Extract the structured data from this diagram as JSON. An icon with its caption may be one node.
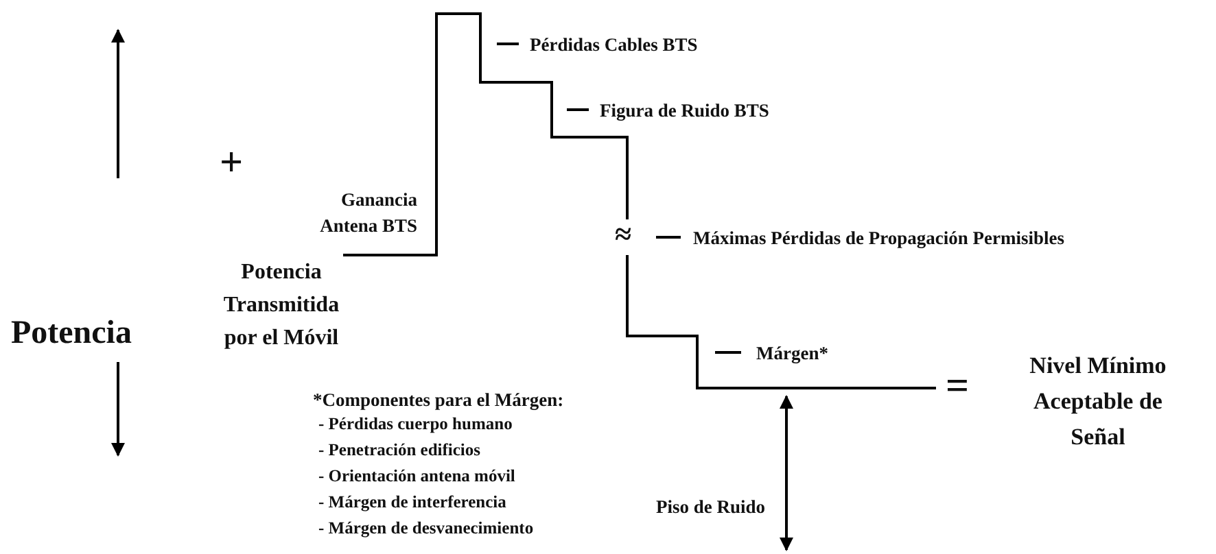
{
  "diagram": {
    "labels": [
      "Pérdidas Cables BTS",
      "+",
      "Ganancia Antena BTS",
      "Figura de Ruido BTS",
      "Potencia",
      "Potencia Transmitida por el Móvil",
      "≈",
      "Máximas Pérdidas de Propagación Permisibles",
      "*Componentes para el Márgen:",
      "Márgen*",
      "=",
      "Nivel Mínimo Aceptable de Señal",
      "- Pérdidas cuerpo humano",
      "- Penetración edificios",
      "- Orientación antena móvil",
      "- Márgen de interferencia",
      "- Márgen de desvanecimiento",
      "Piso de Ruido"
    ]
  }
}
